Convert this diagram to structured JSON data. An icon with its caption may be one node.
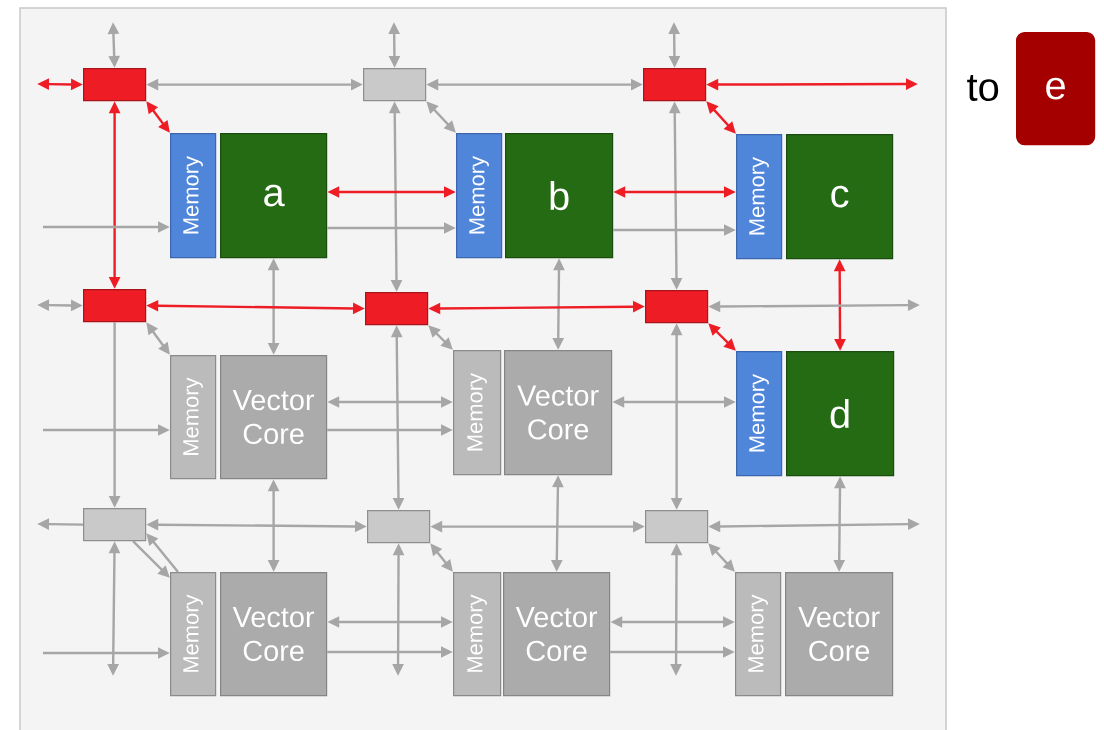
{
  "diagram": {
    "nodes": [
      {
        "text": [],
        "shape": "box"
      },
      {
        "text": [],
        "shape": "box"
      },
      {
        "text": [],
        "shape": "box"
      },
      {
        "text": [
          "Memory"
        ]
      },
      {
        "text": [
          "a"
        ]
      },
      {
        "text": [
          "Memory"
        ]
      },
      {
        "text": [
          "b"
        ]
      },
      {
        "text": [
          "Memory"
        ]
      },
      {
        "text": [
          "c"
        ]
      },
      {
        "text": [],
        "shape": "box"
      },
      {
        "text": [],
        "shape": "box"
      },
      {
        "text": [],
        "shape": "box"
      },
      {
        "text": [
          "Memory"
        ]
      },
      {
        "text": [
          "Vector Core"
        ]
      },
      {
        "text": [
          "Memory"
        ]
      },
      {
        "text": [
          "Vector Core"
        ]
      },
      {
        "text": [
          "Memory"
        ]
      },
      {
        "text": [
          "d"
        ]
      },
      {
        "text": [],
        "shape": "box"
      },
      {
        "text": [],
        "shape": "box"
      },
      {
        "text": [],
        "shape": "box"
      },
      {
        "text": [
          "Memory"
        ]
      },
      {
        "text": [
          "Vector Core"
        ]
      },
      {
        "text": [
          "Memory"
        ]
      },
      {
        "text": [
          "Vector Core"
        ]
      },
      {
        "text": [
          "Memory"
        ]
      },
      {
        "text": [
          "Vector Core"
        ]
      },
      {
        "text": [
          "e"
        ],
        "beside": [
          "to"
        ]
      }
    ],
    "edges": [
      {
        "from": null,
        "to": 0,
        "arrow": "both",
        "color": "#ee1c25"
      },
      {
        "from": null,
        "to": 0,
        "arrow": "both"
      },
      {
        "from": null,
        "to": 1,
        "arrow": "both"
      },
      {
        "from": null,
        "to": 2,
        "arrow": "both"
      },
      {
        "from": 0,
        "to": 1,
        "arrow": "both"
      },
      {
        "from": 1,
        "to": 2,
        "arrow": "both"
      },
      {
        "from": 2,
        "to": null,
        "arrow": "both",
        "color": "#ee1c25"
      },
      {
        "from": 0,
        "to": 3,
        "arrow": "both",
        "color": "#ee1c25"
      },
      {
        "from": 1,
        "to": 5,
        "arrow": "both"
      },
      {
        "from": 2,
        "to": 7,
        "arrow": "both",
        "color": "#ee1c25"
      },
      {
        "from": 0,
        "to": 9,
        "arrow": "both",
        "color": "#ee1c25"
      },
      {
        "from": 1,
        "to": 10,
        "arrow": "both"
      },
      {
        "from": 2,
        "to": 11,
        "arrow": "both"
      },
      {
        "from": null,
        "to": 3,
        "arrow": "to"
      },
      {
        "from": 4,
        "to": 5,
        "arrow": "both",
        "color": "#ee1c25"
      },
      {
        "from": 4,
        "to": 5,
        "arrow": "to"
      },
      {
        "from": 6,
        "to": 7,
        "arrow": "both",
        "color": "#ee1c25"
      },
      {
        "from": 6,
        "to": 7,
        "arrow": "to"
      },
      {
        "from": 4,
        "to": 13,
        "arrow": "both"
      },
      {
        "from": 6,
        "to": 15,
        "arrow": "both"
      },
      {
        "from": 8,
        "to": 17,
        "arrow": "both",
        "color": "#ee1c25"
      },
      {
        "from": null,
        "to": 9,
        "arrow": "both"
      },
      {
        "from": 9,
        "to": 10,
        "arrow": "both",
        "color": "#ee1c25"
      },
      {
        "from": 10,
        "to": 11,
        "arrow": "both",
        "color": "#ee1c25"
      },
      {
        "from": 11,
        "to": null,
        "arrow": "both"
      },
      {
        "from": 9,
        "to": 18,
        "arrow": "to"
      },
      {
        "from": 9,
        "to": 12,
        "arrow": "both"
      },
      {
        "from": 10,
        "to": 14,
        "arrow": "both"
      },
      {
        "from": 11,
        "to": 16,
        "arrow": "both",
        "color": "#ee1c25"
      },
      {
        "from": 10,
        "to": 19,
        "arrow": "both"
      },
      {
        "from": 11,
        "to": 20,
        "arrow": "both"
      },
      {
        "from": null,
        "to": 12,
        "arrow": "to"
      },
      {
        "from": 13,
        "to": 14,
        "arrow": "both"
      },
      {
        "from": 13,
        "to": 14,
        "arrow": "to"
      },
      {
        "from": 15,
        "to": 16,
        "arrow": "both"
      },
      {
        "from": 13,
        "to": 22,
        "arrow": "both"
      },
      {
        "from": 15,
        "to": 24,
        "arrow": "both"
      },
      {
        "from": 17,
        "to": 26,
        "arrow": "both"
      },
      {
        "from": 18,
        "to": null,
        "arrow": "to"
      },
      {
        "from": 18,
        "to": 19,
        "arrow": "both"
      },
      {
        "from": 19,
        "to": 20,
        "arrow": "both"
      },
      {
        "from": 20,
        "to": null,
        "arrow": "both"
      },
      {
        "from": 18,
        "to": 21,
        "arrow": "to"
      },
      {
        "from": 21,
        "to": 18,
        "arrow": "to"
      },
      {
        "from": 19,
        "to": 23,
        "arrow": "both"
      },
      {
        "from": 20,
        "to": 25,
        "arrow": "both"
      },
      {
        "from": 18,
        "to": null,
        "arrow": "both"
      },
      {
        "from": 19,
        "to": null,
        "arrow": "both"
      },
      {
        "from": 20,
        "to": null,
        "arrow": "both"
      },
      {
        "from": null,
        "to": 21,
        "arrow": "to"
      },
      {
        "from": 22,
        "to": 23,
        "arrow": "both"
      },
      {
        "from": 22,
        "to": 23,
        "arrow": "to"
      },
      {
        "from": 24,
        "to": 25,
        "arrow": "both"
      },
      {
        "from": 24,
        "to": 25,
        "arrow": "to"
      }
    ]
  }
}
